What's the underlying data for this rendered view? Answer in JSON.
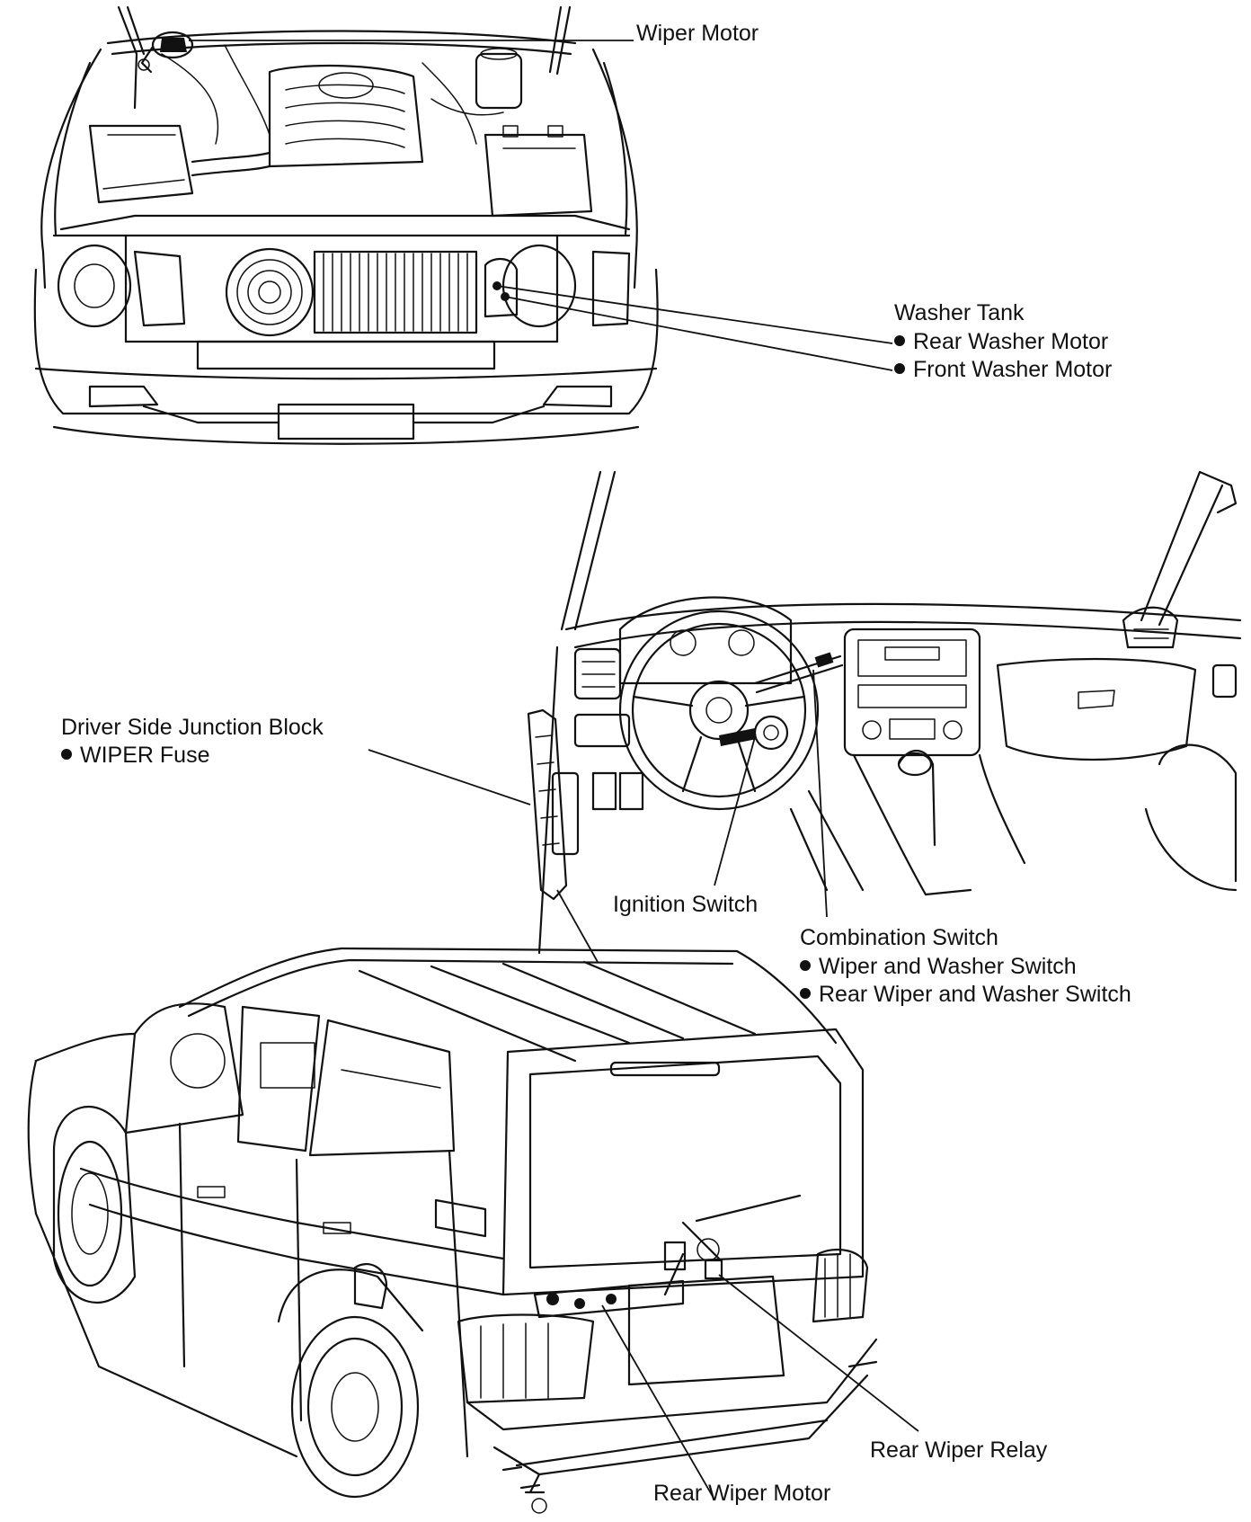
{
  "labels": {
    "wiper_motor": "Wiper Motor",
    "washer_tank": "Washer Tank",
    "rear_washer_motor": "Rear Washer Motor",
    "front_washer_motor": "Front Washer Motor",
    "junction_block": "Driver Side Junction Block",
    "wiper_fuse": "WIPER Fuse",
    "ignition_switch": "Ignition Switch",
    "combination_switch": "Combination Switch",
    "wiper_washer_switch": "Wiper and Washer Switch",
    "rear_wiper_washer_switch": "Rear Wiper and Washer Switch",
    "rear_wiper_relay": "Rear Wiper Relay",
    "rear_wiper_motor": "Rear Wiper Motor"
  },
  "colors": {
    "ink": "#111111",
    "paper": "#ffffff"
  }
}
